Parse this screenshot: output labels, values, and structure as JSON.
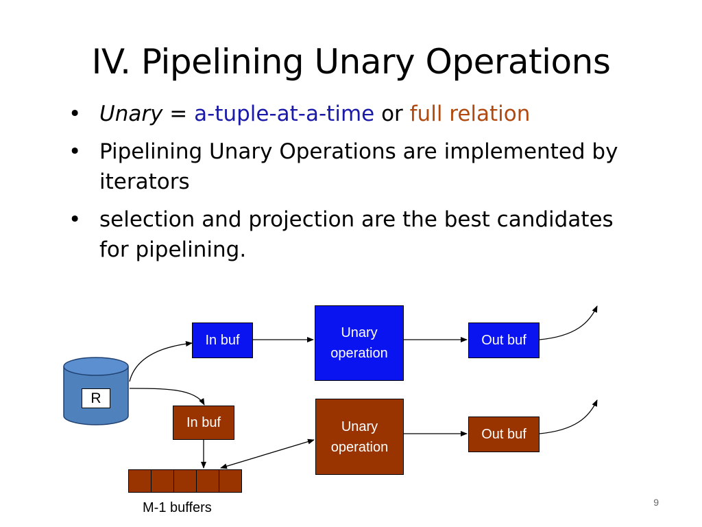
{
  "slide": {
    "title": "IV. Pipelining Unary Operations",
    "bullet_marker": "•",
    "bullets": {
      "b1": {
        "term": "Unary",
        "eq": " = ",
        "opt1": "a-tuple-at-a-time",
        "or": " or ",
        "opt2": "full relation"
      },
      "b2": "Pipelining Unary Operations are implemented by iterators",
      "b3": "selection and projection are the best candidates for pipelining."
    },
    "page_number": "9"
  },
  "diagram": {
    "relation_label": "R",
    "top_in_buf": "In buf",
    "top_operation": "Unary operation",
    "top_out_buf": "Out buf",
    "bottom_in_buf": "In buf",
    "bottom_operation": "Unary operation",
    "bottom_out_buf": "Out buf",
    "buffers_label": "M-1 buffers",
    "buffer_cells": 5
  },
  "colors": {
    "blue_box": "#0a14f0",
    "brown_box": "#993300",
    "cylinder": "#4f81bd",
    "blue_text": "#1a1aa8",
    "orange_text": "#b04a10"
  }
}
